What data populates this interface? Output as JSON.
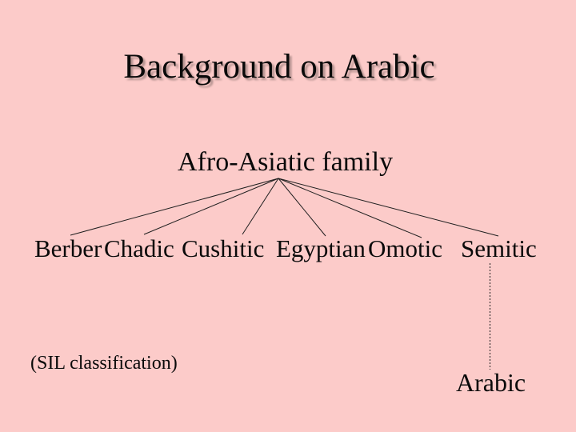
{
  "slide": {
    "title": "Background on Arabic",
    "tree": {
      "root": "Afro-Asiatic family",
      "branches": [
        "Berber",
        "Chadic",
        "Cushitic",
        "Egyptian",
        "Omotic",
        "Semitic"
      ],
      "leaf": "Arabic"
    },
    "note": "(SIL classification)"
  },
  "colors": {
    "slide-bg": "#fccbc9",
    "text-color": "#0a0a0a",
    "title-shadow": "#b4928f",
    "line-color": "#1f1f1f"
  }
}
